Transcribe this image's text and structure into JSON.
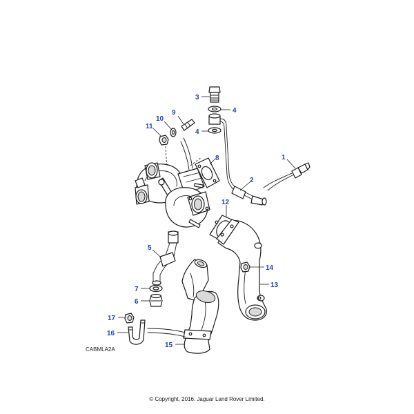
{
  "accent_color": "#1f3fbf",
  "callouts": [
    {
      "id": "1",
      "label": "1"
    },
    {
      "id": "2",
      "label": "2"
    },
    {
      "id": "3",
      "label": "3"
    },
    {
      "id": "4a",
      "label": "4"
    },
    {
      "id": "4b",
      "label": "4"
    },
    {
      "id": "5",
      "label": "5"
    },
    {
      "id": "6",
      "label": "6"
    },
    {
      "id": "7",
      "label": "7"
    },
    {
      "id": "8",
      "label": "8"
    },
    {
      "id": "9",
      "label": "9"
    },
    {
      "id": "10",
      "label": "10"
    },
    {
      "id": "11",
      "label": "11"
    },
    {
      "id": "12",
      "label": "12"
    },
    {
      "id": "13",
      "label": "13"
    },
    {
      "id": "14",
      "label": "14"
    },
    {
      "id": "15",
      "label": "15"
    },
    {
      "id": "16",
      "label": "16"
    },
    {
      "id": "17",
      "label": "17"
    }
  ],
  "drawing_code": "CABMLA2A",
  "copyright": "© Copyright, 2016. Jaguar Land Rover Limited."
}
